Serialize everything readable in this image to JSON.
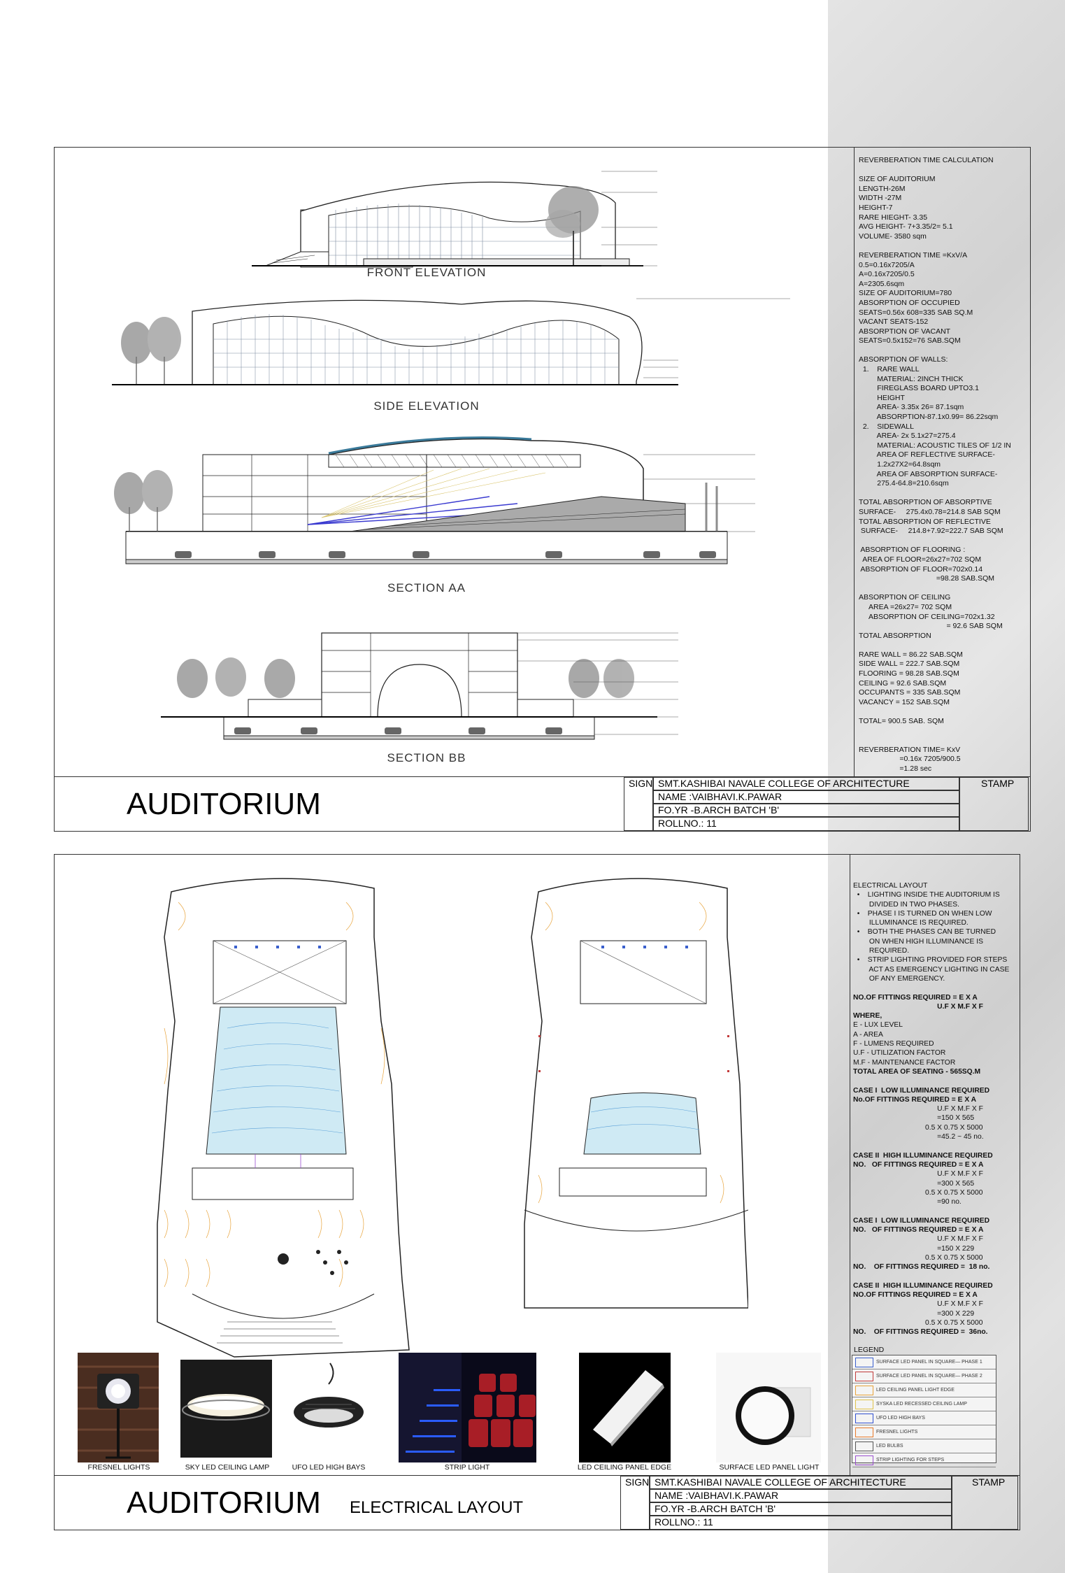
{
  "sheet1": {
    "drawings": {
      "front_elevation": "FRONT ELEVATION",
      "side_elevation": "SIDE ELEVATION",
      "section_aa": "SECTION AA",
      "section_bb": "SECTION BB"
    },
    "notes": [
      {
        "text": "REVERBERATION TIME CALCULATION",
        "bold": false
      },
      {
        "text": "",
        "bold": false
      },
      {
        "text": "SIZE OF AUDITORIUM",
        "bold": false
      },
      {
        "text": "LENGTH-26M",
        "bold": false
      },
      {
        "text": "WIDTH -27M",
        "bold": false
      },
      {
        "text": "HEIGHT-7",
        "bold": false
      },
      {
        "text": "RARE HIEGHT- 3.35",
        "bold": false
      },
      {
        "text": "AVG HEIGHT- 7+3.35/2= 5.1",
        "bold": false
      },
      {
        "text": "VOLUME- 3580 sqm",
        "bold": false
      },
      {
        "text": "",
        "bold": false
      },
      {
        "text": "REVERBERATION TIME =KxV/A",
        "bold": false
      },
      {
        "text": "0.5=0.16x7205/A",
        "bold": false
      },
      {
        "text": "A=0.16x7205/0.5",
        "bold": false
      },
      {
        "text": "A=2305.6sqm",
        "bold": false
      },
      {
        "text": "SIZE OF AUDITORIUM=780",
        "bold": false
      },
      {
        "text": "ABSORPTION OF OCCUPIED",
        "bold": false
      },
      {
        "text": "SEATS=0.56x 608=335 SAB SQ.M",
        "bold": false
      },
      {
        "text": "VACANT SEATS-152",
        "bold": false
      },
      {
        "text": "ABSORPTION OF VACANT",
        "bold": false
      },
      {
        "text": "SEATS=0.5x152=76 SAB.SQM",
        "bold": false
      },
      {
        "text": "",
        "bold": false
      },
      {
        "text": "ABSORPTION OF WALLS:",
        "bold": false
      },
      {
        "text": "  1.    RARE WALL",
        "bold": false
      },
      {
        "text": "         MATERIAL: 2INCH THICK",
        "bold": false
      },
      {
        "text": "         FIREGLASS BOARD UPTO3.1",
        "bold": false
      },
      {
        "text": "         HEIGHT",
        "bold": false
      },
      {
        "text": "         AREA- 3.35x 26= 87.1sqm",
        "bold": false
      },
      {
        "text": "         ABSORPTION-87.1x0.99= 86.22sqm",
        "bold": false
      },
      {
        "text": "  2.    SIDEWALL",
        "bold": false
      },
      {
        "text": "         AREA- 2x 5.1x27=275.4",
        "bold": false
      },
      {
        "text": "         MATERIAL: ACOUSTIC TILES OF 1/2 IN",
        "bold": false
      },
      {
        "text": "         AREA OF REFLECTIVE SURFACE-",
        "bold": false
      },
      {
        "text": "         1.2x27X2=64.8sqm",
        "bold": false
      },
      {
        "text": "         AREA OF ABSORPTION SURFACE-",
        "bold": false
      },
      {
        "text": "         275.4-64.8=210.6sqm",
        "bold": false
      },
      {
        "text": "",
        "bold": false
      },
      {
        "text": "TOTAL ABSORPTION OF ABSORPTIVE",
        "bold": false
      },
      {
        "text": "SURFACE-     275.4x0.78=214.8 SAB SQM",
        "bold": false
      },
      {
        "text": "TOTAL ABSORPTION OF REFLECTIVE",
        "bold": false
      },
      {
        "text": " SURFACE-     214.8+7.92=222.7 SAB SQM",
        "bold": false
      },
      {
        "text": "",
        "bold": false
      },
      {
        "text": " ABSORPTION OF FLOORING :",
        "bold": false
      },
      {
        "text": "  AREA OF FLOOR=26x27=702 SQM",
        "bold": false
      },
      {
        "text": " ABSORPTION OF FLOOR=702x0.14",
        "bold": false
      },
      {
        "text": "                                      =98.28 SAB.SQM",
        "bold": false
      },
      {
        "text": "",
        "bold": false
      },
      {
        "text": "ABSORPTION OF CEILING",
        "bold": false
      },
      {
        "text": "     AREA =26x27= 702 SQM",
        "bold": false
      },
      {
        "text": "     ABSORPTION OF CEILING=702x1.32",
        "bold": false
      },
      {
        "text": "                                           = 92.6 SAB SQM",
        "bold": false
      },
      {
        "text": "TOTAL ABSORPTION",
        "bold": false
      },
      {
        "text": "",
        "bold": false
      },
      {
        "text": "RARE WALL = 86.22 SAB.SQM",
        "bold": false
      },
      {
        "text": "SIDE WALL = 222.7 SAB.SQM",
        "bold": false
      },
      {
        "text": "FLOORING = 98.28 SAB.SQM",
        "bold": false
      },
      {
        "text": "CEILING = 92.6 SAB.SQM",
        "bold": false
      },
      {
        "text": "OCCUPANTS = 335 SAB.SQM",
        "bold": false
      },
      {
        "text": "VACANCY = 152 SAB.SQM",
        "bold": false
      },
      {
        "text": "",
        "bold": false
      },
      {
        "text": "TOTAL= 900.5 SAB. SQM",
        "bold": false
      },
      {
        "text": "",
        "bold": false
      },
      {
        "text": "",
        "bold": false
      },
      {
        "text": "REVERBERATION TIME= KxV",
        "bold": false
      },
      {
        "text": "                    =0.16x 7205/900.5",
        "bold": false
      },
      {
        "text": "                    =1.28 sec",
        "bold": false
      }
    ],
    "title_block": {
      "title": "AUDITORIUM",
      "sign": "SIGN",
      "college": "SMT.KASHIBAI NAVALE COLLEGE OF ARCHITECTURE",
      "stamp": "STAMP",
      "name": "NAME :VAIBHAVI.K.PAWAR",
      "year": "FO.YR -B.ARCH    BATCH 'B'",
      "roll": "ROLLNO.: 11"
    }
  },
  "sheet2": {
    "notes": [
      {
        "text": "ELECTRICAL LAYOUT",
        "bold": false
      },
      {
        "text": "  •    LIGHTING INSIDE THE AUDITORIUM IS",
        "bold": false
      },
      {
        "text": "        DIVIDED IN TWO PHASES.",
        "bold": false
      },
      {
        "text": "  •    PHASE I IS TURNED ON WHEN LOW",
        "bold": false
      },
      {
        "text": "        ILLUMINANCE IS REQUIRED.",
        "bold": false
      },
      {
        "text": "  •    BOTH THE PHASES CAN BE TURNED",
        "bold": false
      },
      {
        "text": "        ON WHEN HIGH ILLUMINANCE IS",
        "bold": false
      },
      {
        "text": "        REQUIRED.",
        "bold": false
      },
      {
        "text": "  •    STRIP LIGHTING PROVIDED FOR STEPS",
        "bold": false
      },
      {
        "text": "        ACT AS EMERGENCY LIGHTING IN CASE",
        "bold": false
      },
      {
        "text": "        OF ANY EMERGENCY.",
        "bold": false
      },
      {
        "text": "",
        "bold": false
      },
      {
        "text": "NO.OF FITTINGS REQUIRED = E X A",
        "bold": true
      },
      {
        "text": "                                          U.F X M.F X F",
        "bold": true
      },
      {
        "text": "WHERE,",
        "bold": true
      },
      {
        "text": "E - LUX LEVEL",
        "bold": false
      },
      {
        "text": "A - AREA",
        "bold": false
      },
      {
        "text": "F - LUMENS REQUIRED",
        "bold": false
      },
      {
        "text": "U.F - UTILIZATION FACTOR",
        "bold": false
      },
      {
        "text": "M.F - MAINTENANCE FACTOR",
        "bold": false
      },
      {
        "text": "TOTAL AREA OF SEATING - 565SQ.M",
        "bold": true
      },
      {
        "text": "",
        "bold": false
      },
      {
        "text": "CASE I  LOW ILLUMINANCE REQUIRED",
        "bold": true
      },
      {
        "text": "No.OF FITTINGS REQUIRED = E X A",
        "bold": true
      },
      {
        "text": "                                          U.F X M.F X F",
        "bold": false
      },
      {
        "text": "                                          =150 X 565",
        "bold": false
      },
      {
        "text": "                                    0.5 X 0.75 X 5000",
        "bold": false
      },
      {
        "text": "                                          =45.2 ~ 45 no.",
        "bold": false
      },
      {
        "text": "",
        "bold": false
      },
      {
        "text": "CASE II  HIGH ILLUMINANCE REQUIRED",
        "bold": true
      },
      {
        "text": "NO.   OF FITTINGS REQUIRED = E X A",
        "bold": true
      },
      {
        "text": "                                          U.F X M.F X F",
        "bold": false
      },
      {
        "text": "                                          =300 X 565",
        "bold": false
      },
      {
        "text": "                                    0.5 X 0.75 X 5000",
        "bold": false
      },
      {
        "text": "                                          =90 no.",
        "bold": false
      },
      {
        "text": "",
        "bold": false
      },
      {
        "text": "CASE I  LOW ILLUMINANCE REQUIRED",
        "bold": true
      },
      {
        "text": "NO.   OF FITTINGS REQUIRED = E X A",
        "bold": true
      },
      {
        "text": "                                          U.F X M.F X F",
        "bold": false
      },
      {
        "text": "                                          =150 X 229",
        "bold": false
      },
      {
        "text": "                                    0.5 X 0.75 X 5000",
        "bold": false
      },
      {
        "text": "NO.    OF FITTINGS REQUIRED =  18 no.",
        "bold": true
      },
      {
        "text": "",
        "bold": false
      },
      {
        "text": "CASE II  HIGH ILLUMINANCE REQUIRED",
        "bold": true
      },
      {
        "text": "NO.OF FITTINGS REQUIRED = E X A",
        "bold": true
      },
      {
        "text": "                                          U.F X M.F X F",
        "bold": false
      },
      {
        "text": "                                          =300 X 229",
        "bold": false
      },
      {
        "text": "                                    0.5 X 0.75 X 5000",
        "bold": false
      },
      {
        "text": "NO.    OF FITTINGS REQUIRED =  36no.",
        "bold": true
      }
    ],
    "legend": {
      "title": "LEGEND",
      "items": [
        {
          "label": "SURFACE LED PANEL IN SQUARE— PHASE 1",
          "color": "#3a5fcd"
        },
        {
          "label": "SURFACE LED PANEL IN SQUARE— PHASE 2",
          "color": "#c23b3b"
        },
        {
          "label": "LED CEILING PANEL LIGHT EDGE",
          "color": "#e8a33a"
        },
        {
          "label": "SYSKA LED RECESSED CEILING LAMP",
          "color": "#e0c24a"
        },
        {
          "label": "UFO LED HIGH BAYS",
          "color": "#3050d0"
        },
        {
          "label": "FRESNEL LIGHTS",
          "color": "#e87a2a"
        },
        {
          "label": "LED BULBS",
          "color": "#555555"
        },
        {
          "label": "STRIP LIGHTING FOR STEPS",
          "color": "#9b4fd0"
        }
      ]
    },
    "photos": [
      "FRESNEL LIGHTS",
      "SKY LED CEILING LAMP",
      "UFO LED HIGH BAYS",
      "STRIP LIGHT",
      "LED CEILING PANEL EDGE",
      "SURFACE LED PANEL LIGHT"
    ],
    "title_block": {
      "title": "AUDITORIUM",
      "subtitle": "ELECTRICAL LAYOUT",
      "sign": "SIGN",
      "college": "SMT.KASHIBAI NAVALE COLLEGE OF ARCHITECTURE",
      "stamp": "STAMP",
      "name": "NAME :VAIBHAVI.K.PAWAR",
      "year": "FO.YR -B.ARCH    BATCH 'B'",
      "roll": "ROLLNO.: 11"
    }
  }
}
